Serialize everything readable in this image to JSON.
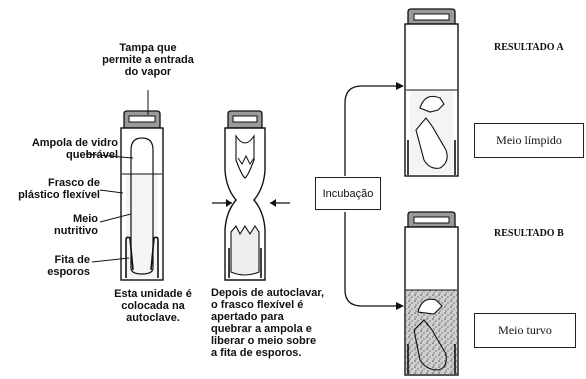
{
  "labels": {
    "cap": [
      "Tampa que",
      "permite a entrada",
      "do vapor"
    ],
    "ampoule": [
      "Ampola de vidro",
      "quebrável"
    ],
    "flask": [
      "Frasco de",
      "plástico flexível"
    ],
    "medium": [
      "Meio",
      "nutritivo"
    ],
    "strip": [
      "Fita de",
      "esporos"
    ],
    "unit_caption": [
      "Esta unidade é",
      "colocada na",
      "autoclave."
    ],
    "after_caption": [
      "Depois de autoclavar,",
      "o frasco flexível é",
      "apertado para",
      "quebrar a ampola e",
      "liberar o meio sobre",
      "a fita de esporos."
    ]
  },
  "incubation": "Incubação",
  "result_a": {
    "title": "RESULTADO A",
    "desc": "Meio límpido"
  },
  "result_b": {
    "title": "RESULTADO B",
    "desc": "Meio turvo"
  },
  "colors": {
    "ink": "#111111",
    "cap": "#9a9a9a",
    "medium_clear": "#f4f4f4",
    "medium_turbid": "#bdbdbd"
  }
}
